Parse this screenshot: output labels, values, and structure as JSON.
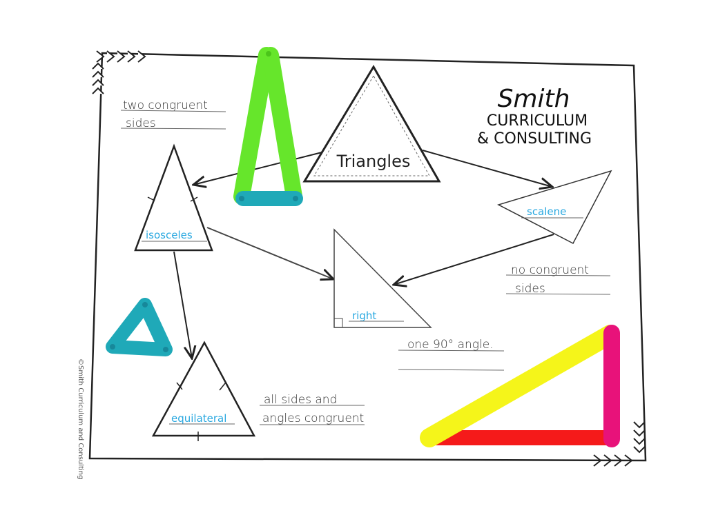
{
  "center": {
    "label": "Triangles"
  },
  "types": {
    "isosceles": {
      "label": "isosceles",
      "description": [
        "two congruent",
        "sides"
      ]
    },
    "scalene": {
      "label": "scalene",
      "description": [
        "no congruent",
        "sides"
      ]
    },
    "right": {
      "label": "right",
      "description": [
        "one 90° angle.",
        ""
      ]
    },
    "equilateral": {
      "label": "equilateral",
      "description": [
        "all sides and",
        "angles congruent"
      ]
    }
  },
  "logo": {
    "line1": "Smith",
    "line2": "CURRICULUM",
    "line3": "& CONSULTING"
  },
  "copyright": "©Smith Curriculum and Consulting",
  "colors": {
    "label_blue": "#29a8e0",
    "green_stick": "#66e62b",
    "teal_stick": "#1fa9b8",
    "yellow_stick": "#f5f51a",
    "red_stick": "#f51a1a",
    "pink_stick": "#e8127a"
  }
}
